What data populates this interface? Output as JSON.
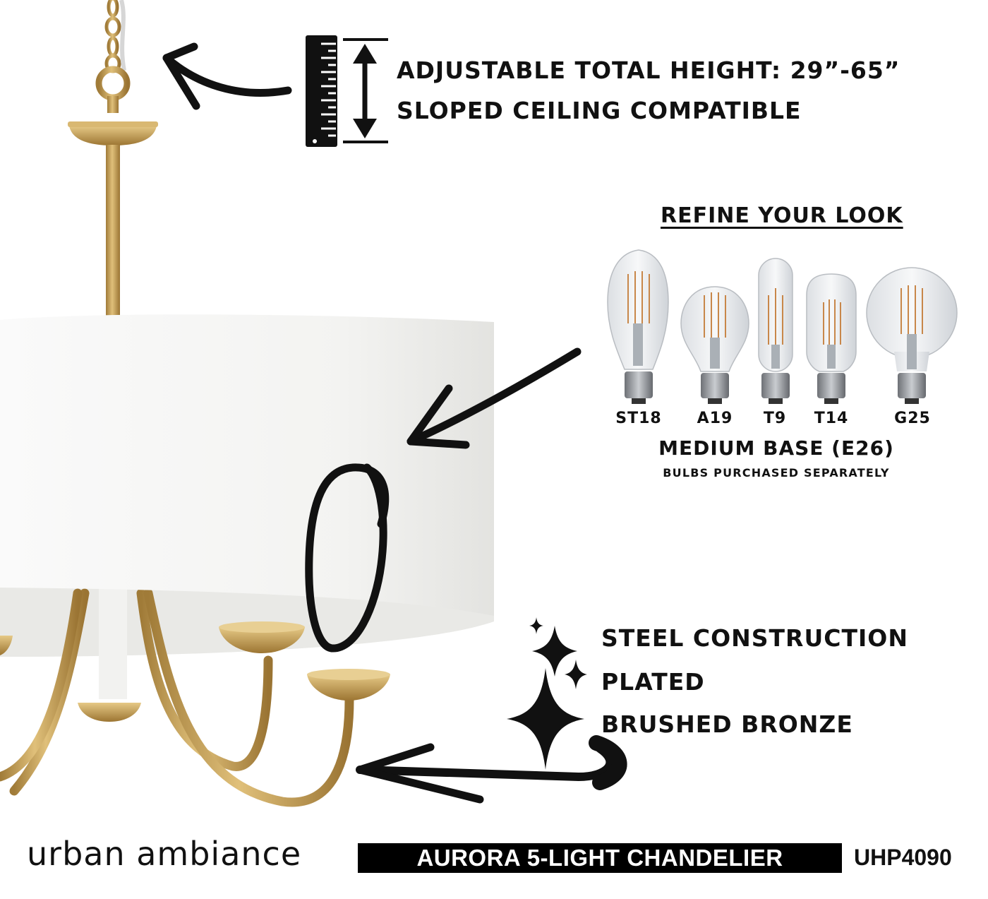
{
  "features_top": {
    "height_label": "ADJUSTABLE TOTAL HEIGHT: 29”-65”",
    "ceiling_label": "SLOPED CEILING COMPATIBLE"
  },
  "refine": {
    "title": "REFINE YOUR LOOK",
    "bulbs": [
      {
        "label": "ST18"
      },
      {
        "label": "A19"
      },
      {
        "label": "T9"
      },
      {
        "label": "T14"
      },
      {
        "label": "G25"
      }
    ],
    "base_label": "MEDIUM BASE (E26)",
    "note": "BULBS PURCHASED SEPARATELY"
  },
  "features_bottom": {
    "line1": "STEEL CONSTRUCTION",
    "line2": "PLATED",
    "line3": "BRUSHED BRONZE"
  },
  "footer": {
    "brand": "urban ambiance",
    "product_name": "AURORA 5-LIGHT CHANDELIER",
    "sku": "UHP4090"
  },
  "colors": {
    "brass": "#c9a25a",
    "shade": "#f4f4f2",
    "ink": "#111111"
  }
}
